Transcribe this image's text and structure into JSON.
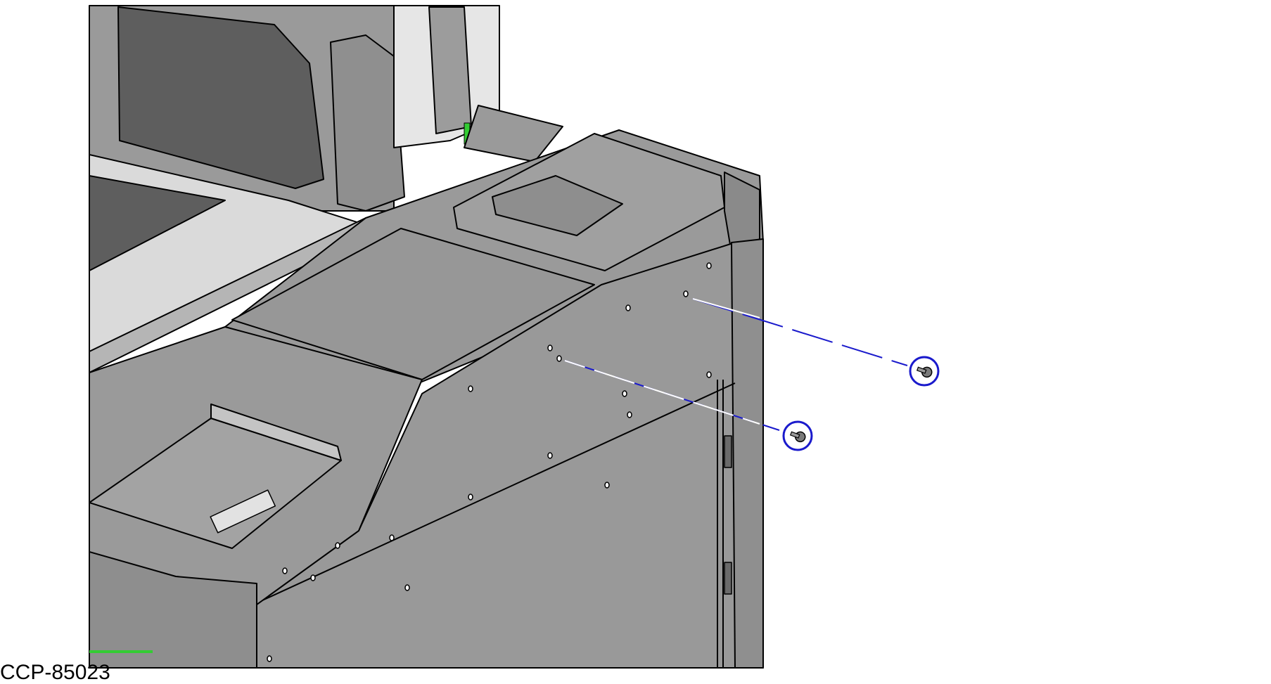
{
  "figure": {
    "drawing_id": "CCP-85023"
  },
  "callouts": [
    {
      "name": "upper-screw",
      "icon": "screw-icon"
    },
    {
      "name": "lower-screw",
      "icon": "screw-icon"
    }
  ],
  "colors": {
    "body": "#999999",
    "body_dark": "#8a8a8a",
    "display": "#5e5e5e",
    "light_panel": "#dadada",
    "outline": "#000000",
    "callout": "#1a1acc",
    "accent_green": "#33cc33"
  }
}
